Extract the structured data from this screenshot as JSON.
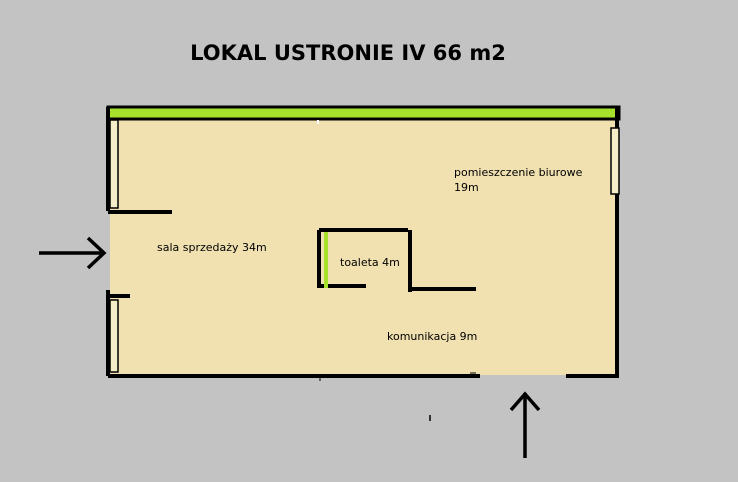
{
  "title": "LOKAL USTRONIE IV 66 m2",
  "rooms": {
    "sales_hall": "sala sprzedaży 34m",
    "office_line1": "pomieszczenie biurowe",
    "office_line2": "19m",
    "toilet": "toaleta 4m",
    "corridor": "komunikacja 9m"
  },
  "colors": {
    "background": "#c3c3c3",
    "floor": "#f1e1b1",
    "wall": "#000000",
    "window": "#a6e22b",
    "window_frame_fill": "#f4edc8"
  },
  "icons": {
    "entrance_left": "arrow-right-icon",
    "entrance_bottom": "arrow-up-icon"
  }
}
